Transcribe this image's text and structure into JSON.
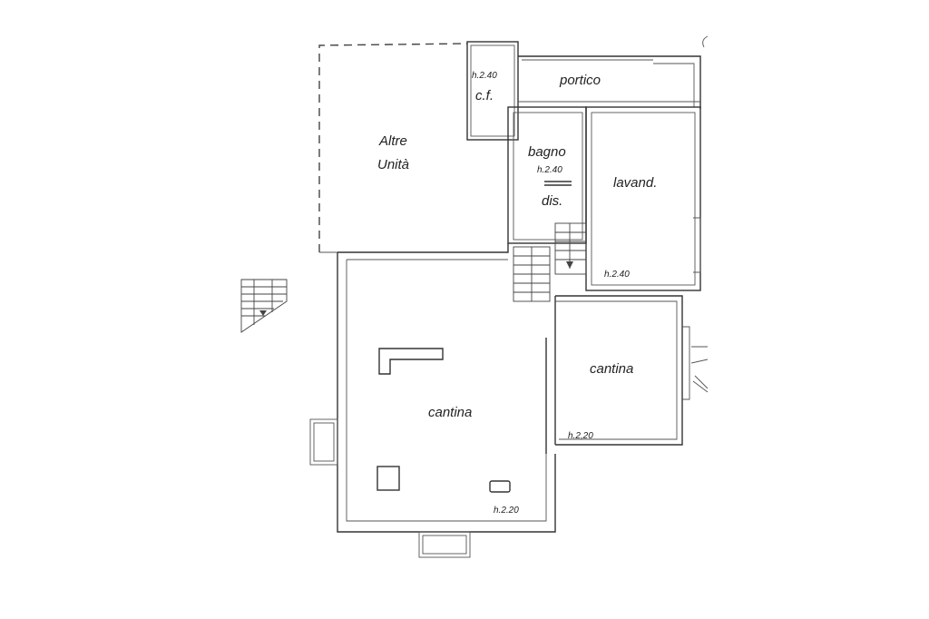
{
  "rooms": {
    "altre_unita_line1": "Altre",
    "altre_unita_line2": "Unità",
    "cf_height": "h.2.40",
    "cf": "c.f.",
    "portico": "portico",
    "bagno": "bagno",
    "bagno_height": "h.2.40",
    "dis": "dis.",
    "lavand": "lavand.",
    "lavand_height": "h.2.40",
    "cantina_main": "cantina",
    "cantina_main_height": "h.2.20",
    "cantina_right": "cantina",
    "cantina_right_height": "h.2,20"
  },
  "colors": {
    "line": "#333333",
    "background": "#ffffff"
  }
}
